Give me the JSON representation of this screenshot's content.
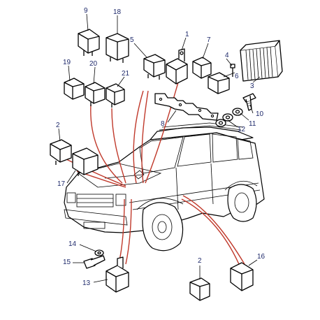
{
  "callouts": {
    "c1": "1",
    "c2a": "2",
    "c2b": "2",
    "c3": "3",
    "c4": "4",
    "c5": "5",
    "c6": "6",
    "c7": "7",
    "c8": "8",
    "c9": "9",
    "c10": "10",
    "c11": "11",
    "c12": "12",
    "c13": "13",
    "c14": "14",
    "c15": "15",
    "c16": "16",
    "c17": "17",
    "c18": "18",
    "c19": "19",
    "c20": "20",
    "c21": "21"
  },
  "colors": {
    "wire": "#c0392b",
    "callout": "#1f2a6b"
  }
}
